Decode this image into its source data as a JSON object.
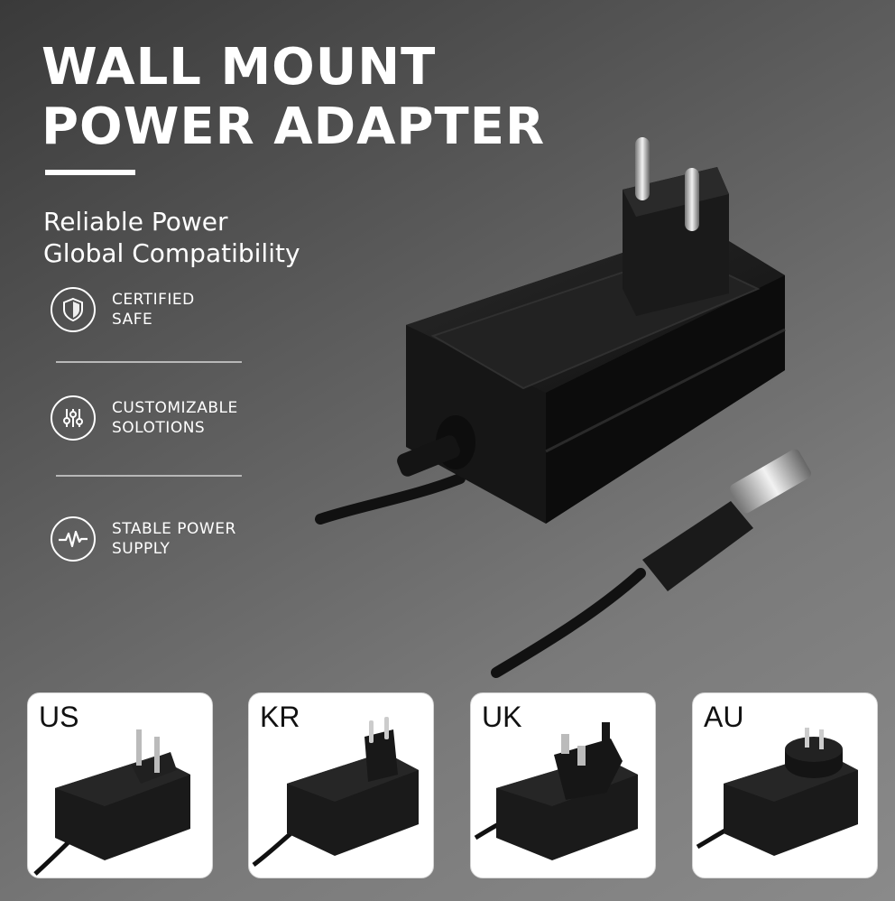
{
  "headline": {
    "line1": "WALL MOUNT",
    "line2": "POWER ADAPTER"
  },
  "subheading": {
    "line1": "Reliable Power",
    "line2": "Global Compatibility"
  },
  "features": [
    {
      "icon": "shield-icon",
      "line1": "CERTIFIED",
      "line2": "SAFE"
    },
    {
      "icon": "sliders-icon",
      "line1": "CUSTOMIZABLE",
      "line2": "SOLOTIONS"
    },
    {
      "icon": "waveform-icon",
      "line1": "STABLE POWER",
      "line2": "SUPPLY"
    }
  ],
  "variants": [
    {
      "label": "US",
      "plug": "us-plug"
    },
    {
      "label": "KR",
      "plug": "kr-plug"
    },
    {
      "label": "UK",
      "plug": "uk-plug"
    },
    {
      "label": "AU",
      "plug": "au-plug"
    }
  ],
  "colors": {
    "text": "#ffffff",
    "adapter": "#1b1b1b",
    "card_bg": "#ffffff"
  }
}
